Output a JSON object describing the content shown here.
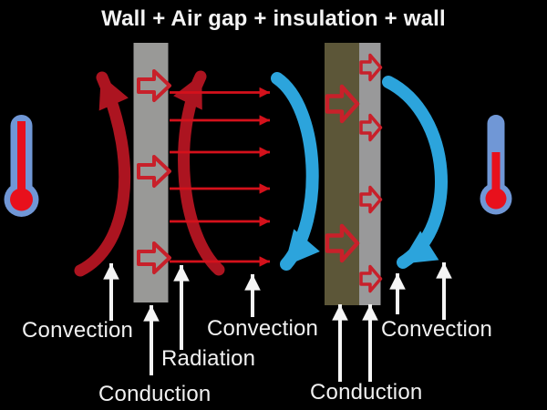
{
  "title": "Wall + Air gap + insulation + wall",
  "labels": {
    "convection_left": "Convection",
    "conduction_left": "Conduction",
    "radiation": "Radiation",
    "convection_middle": "Convection",
    "conduction_right": "Conduction",
    "convection_right": "Convection"
  },
  "icons": {
    "left": "thermometer-hot-icon",
    "right": "thermometer-cold-icon"
  },
  "colors": {
    "background": "#000000",
    "text": "#F1F1F1",
    "wall_gray": "#999997",
    "insulation_olive": "#5C5638",
    "conduction_arrow_red": "#C8202A",
    "radiation_red": "#D4111B",
    "convection_hot_red": "#AC1420",
    "convection_cold_blue": "#2CA4DC",
    "thermometer_blue": "#7097D6",
    "thermometer_red": "#E8101C"
  }
}
